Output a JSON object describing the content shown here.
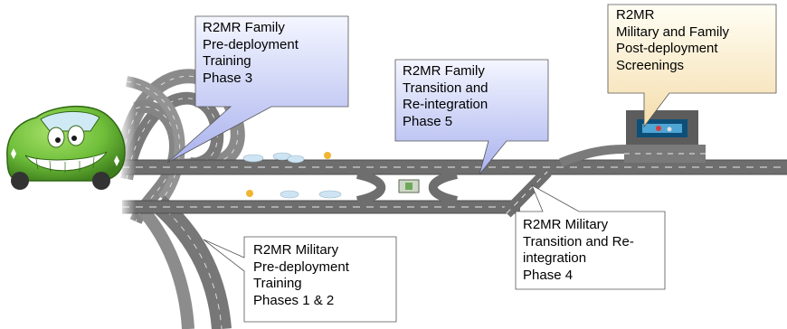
{
  "colors": {
    "road": "#6e6e6e",
    "road_dark": "#4f4f4f",
    "lane_marking": "#e8e8e8",
    "callout_blue_top": "#f4f6ff",
    "callout_blue_bottom": "#a9b2ee",
    "callout_cream_top": "#fffef4",
    "callout_cream_bottom": "#f5ddac",
    "callout_white": "#ffffff",
    "car_body": "#6fbf3a",
    "car_dark": "#3f7f1d"
  },
  "icons": {
    "car": "smiling-green-car-icon",
    "billboard": "billboard-screen-icon",
    "toll_booth": "toll-booth-icon"
  },
  "callouts": {
    "family_predeployment": {
      "lines": [
        "R2MR  Family",
        "Pre-deployment",
        "Training",
        "Phase 3"
      ]
    },
    "family_transition": {
      "lines": [
        "R2MR Family",
        "Transition and",
        "Re-integration",
        "Phase 5"
      ]
    },
    "post_deployment": {
      "lines": [
        "R2MR",
        "Military and Family",
        "Post-deployment",
        "Screenings"
      ]
    },
    "military_transition": {
      "lines": [
        "R2MR Military",
        "Transition and Re-",
        "integration",
        "Phase 4"
      ]
    },
    "military_predeployment": {
      "lines": [
        "R2MR Military",
        "Pre-deployment",
        "Training",
        "Phases 1 & 2"
      ]
    }
  }
}
